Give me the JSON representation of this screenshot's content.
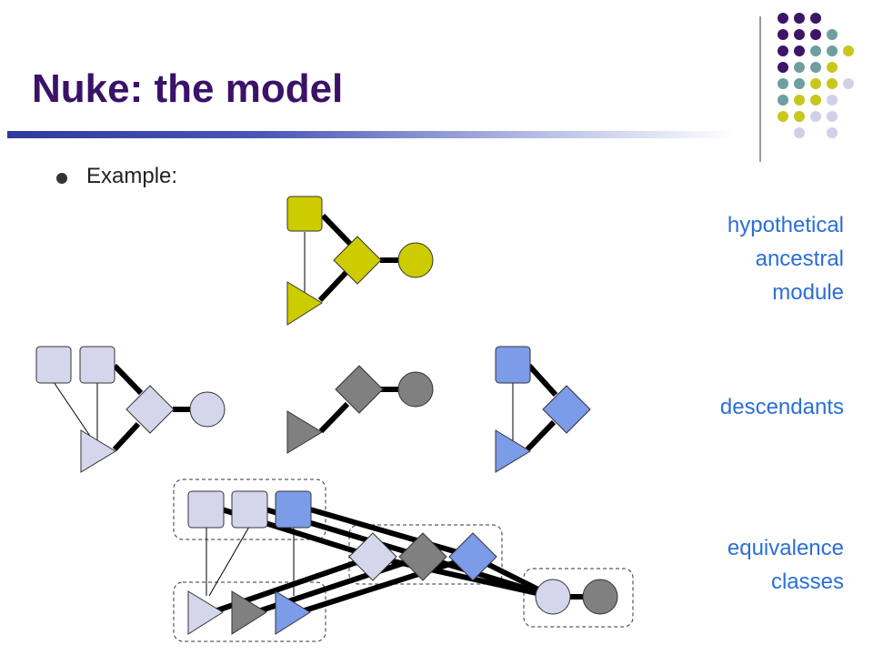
{
  "title": "Nuke: the model",
  "bullet": "Example:",
  "labels": {
    "ancestral": [
      "hypothetical",
      "ancestral",
      "module"
    ],
    "descendants": [
      "descendants"
    ],
    "equivalence": [
      "equivalence",
      "classes"
    ]
  },
  "colors": {
    "title": "#3a1268",
    "label": "#2a6fd6",
    "yellow": "#cccc00",
    "lavender": "#d4d7ec",
    "gray": "#808080",
    "blue": "#7c9be8",
    "dot_purple": "#3d1466",
    "dot_teal": "#6e9ea0",
    "dot_yellow": "#c8c81c",
    "dot_lavender": "#d0d0e8"
  },
  "corner_dots": [
    [
      "purple",
      "purple",
      "purple",
      ""
    ],
    [
      "purple",
      "purple",
      "purple",
      "teal"
    ],
    [
      "purple",
      "purple",
      "teal",
      "teal",
      "yellow"
    ],
    [
      "purple",
      "teal",
      "teal",
      "yellow",
      ""
    ],
    [
      "teal",
      "teal",
      "yellow",
      "yellow",
      "lavender"
    ],
    [
      "teal",
      "yellow",
      "yellow",
      "lavender",
      ""
    ],
    [
      "yellow",
      "yellow",
      "lavender",
      "lavender",
      ""
    ],
    [
      "",
      "lavender",
      "",
      "lavender",
      ""
    ]
  ]
}
